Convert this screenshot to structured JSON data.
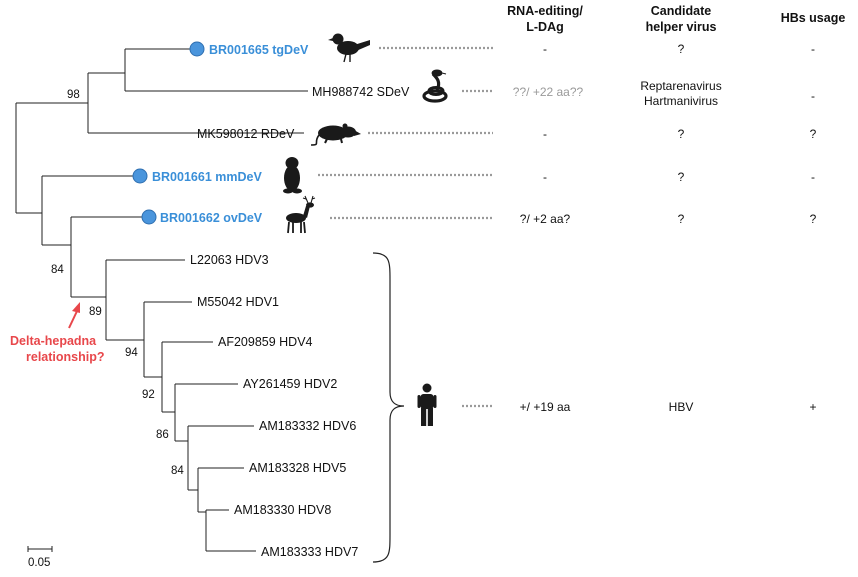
{
  "columns": {
    "rna_editing": [
      "RNA-editing/",
      "L-DAg"
    ],
    "helper_virus": [
      "Candidate",
      "helper virus"
    ],
    "hbs_usage": [
      "HBs usage"
    ]
  },
  "tips": [
    {
      "id": "tgdev",
      "label": "BR001665 tgDeV",
      "highlight": true,
      "host_icon": "bird-icon",
      "rna_editing": "-",
      "helper": [
        "?"
      ],
      "hbs": "-"
    },
    {
      "id": "sdev",
      "label": "MH988742 SDeV",
      "highlight": false,
      "host_icon": "snake-icon",
      "rna_editing": "??/ +22 aa??",
      "rna_editing_uncertain": true,
      "helper": [
        "Reptarenavirus",
        "Hartmanivirus"
      ],
      "hbs": "-"
    },
    {
      "id": "rdev",
      "label": "MK598012 RDeV",
      "highlight": false,
      "host_icon": "rodent-icon",
      "rna_editing": "-",
      "helper": [
        "?"
      ],
      "hbs": "?"
    },
    {
      "id": "mmdev",
      "label": "BR001661 mmDeV",
      "highlight": true,
      "host_icon": "marmot-icon",
      "rna_editing": "-",
      "helper": [
        "?"
      ],
      "hbs": "-"
    },
    {
      "id": "ovdev",
      "label": "BR001662 ovDeV",
      "highlight": true,
      "host_icon": "deer-icon",
      "rna_editing": "?/ +2 aa?",
      "helper": [
        "?"
      ],
      "hbs": "?"
    },
    {
      "id": "hdv3",
      "label": "L22063 HDV3",
      "highlight": false
    },
    {
      "id": "hdv1",
      "label": "M55042 HDV1",
      "highlight": false
    },
    {
      "id": "hdv4",
      "label": "AF209859 HDV4",
      "highlight": false
    },
    {
      "id": "hdv2",
      "label": "AY261459 HDV2",
      "highlight": false
    },
    {
      "id": "hdv6",
      "label": "AM183332 HDV6",
      "highlight": false
    },
    {
      "id": "hdv5",
      "label": "AM183328 HDV5",
      "highlight": false
    },
    {
      "id": "hdv8",
      "label": "AM183330 HDV8",
      "highlight": false
    },
    {
      "id": "hdv7",
      "label": "AM183333 HDV7",
      "highlight": false
    }
  ],
  "hdv_group": {
    "host_icon": "human-icon",
    "rna_editing": "+/ +19 aa",
    "helper": "HBV",
    "hbs": "+"
  },
  "bootstrap": [
    "98",
    "84",
    "89",
    "94",
    "92",
    "86",
    "84"
  ],
  "annotation": [
    "Delta-hepadna",
    "relationship?"
  ],
  "scale_bar": "0.05",
  "colors": {
    "highlight": "#3a8fd8",
    "annotation": "#e8474b",
    "dots": "#9a9a9a"
  }
}
